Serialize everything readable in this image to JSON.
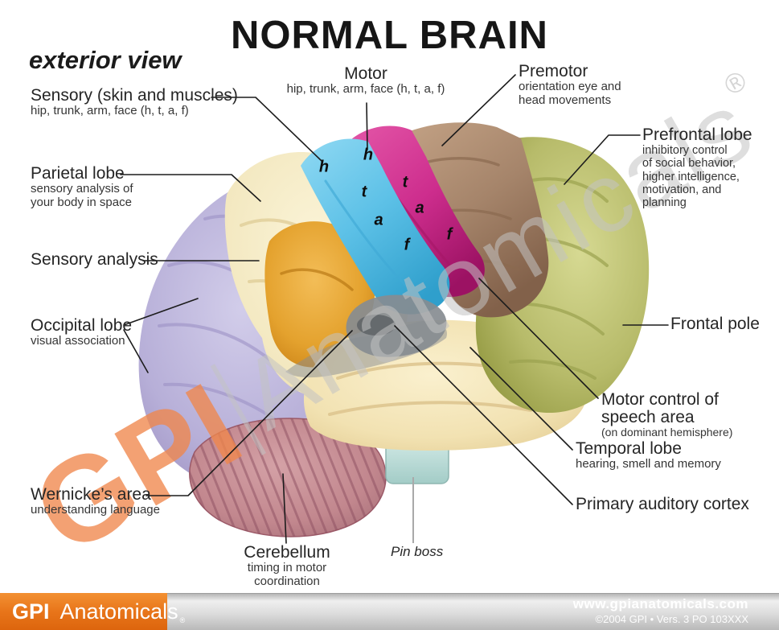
{
  "title": "NORMAL BRAIN",
  "view_label": "exterior view",
  "labels": {
    "sensory_skin": {
      "title": "Sensory (skin and muscles)",
      "subs": [
        "hip, trunk, arm, face (h, t, a, f)"
      ]
    },
    "parietal": {
      "title": "Parietal lobe",
      "subs": [
        "sensory analysis of",
        "your body in space"
      ]
    },
    "sensory_analysis": {
      "title": "Sensory analysis",
      "subs": []
    },
    "occipital": {
      "title": "Occipital lobe",
      "subs": [
        "visual association"
      ]
    },
    "wernicke": {
      "title": "Wernicke’s area",
      "subs": [
        "understanding language"
      ]
    },
    "motor": {
      "title": "Motor",
      "subs": [
        "hip, trunk, arm, face (h, t, a, f)"
      ]
    },
    "premotor": {
      "title": "Premotor",
      "subs": [
        "orientation eye and",
        "head movements"
      ]
    },
    "prefrontal": {
      "title": "Prefrontal lobe",
      "subs": [
        "inhibitory control",
        "of social behavior,",
        "higher intelligence,",
        "motivation, and",
        "planning"
      ]
    },
    "frontal_pole": {
      "title": "Frontal pole",
      "subs": []
    },
    "speech": {
      "title": "Motor control of",
      "title2": "speech area",
      "subs": [
        "(on dominant hemisphere)"
      ]
    },
    "temporal": {
      "title": "Temporal lobe",
      "subs": [
        "hearing, smell and memory"
      ]
    },
    "auditory": {
      "title": "Primary auditory cortex",
      "subs": []
    },
    "cerebellum": {
      "title": "Cerebellum",
      "subs": [
        "timing in motor",
        "coordination"
      ]
    },
    "pin_boss": {
      "title": "Pin boss",
      "subs": []
    }
  },
  "letters": {
    "sensory": [
      "h",
      "t",
      "a",
      "f"
    ],
    "motor": [
      "h",
      "t",
      "a",
      "f"
    ]
  },
  "watermark": {
    "gpi": "GPI",
    "rest": "Anatomicals",
    "reg": "®"
  },
  "footer": {
    "brand_gpi": "GPI",
    "brand_rest": "Anatomicals",
    "brand_reg": "®",
    "url": "www.gpianatomicals.com",
    "copyright": "©2004 GPI • Vers. 3 PO 103XXX"
  },
  "colors": {
    "occipital_lobe": "#b3abd3",
    "parietal_lobe": "#f4eac2",
    "sensory_analysis_area": "#e3a433",
    "sensory_strip": "#63c3e9",
    "motor_strip": "#cf2f8e",
    "premotor_area": "#a5836a",
    "frontal_lobe": "#b8bc6d",
    "temporal_lobe": "#f3e5b7",
    "cerebellum": "#c48b92",
    "pin_boss": "#b5d8d4",
    "speech_area_gray": "#878c91",
    "watermark_orange": "#f0864c",
    "watermark_gray": "#c3c3c3",
    "footer_orange": "#e8751a",
    "leader_line": "#1c1c1c"
  }
}
